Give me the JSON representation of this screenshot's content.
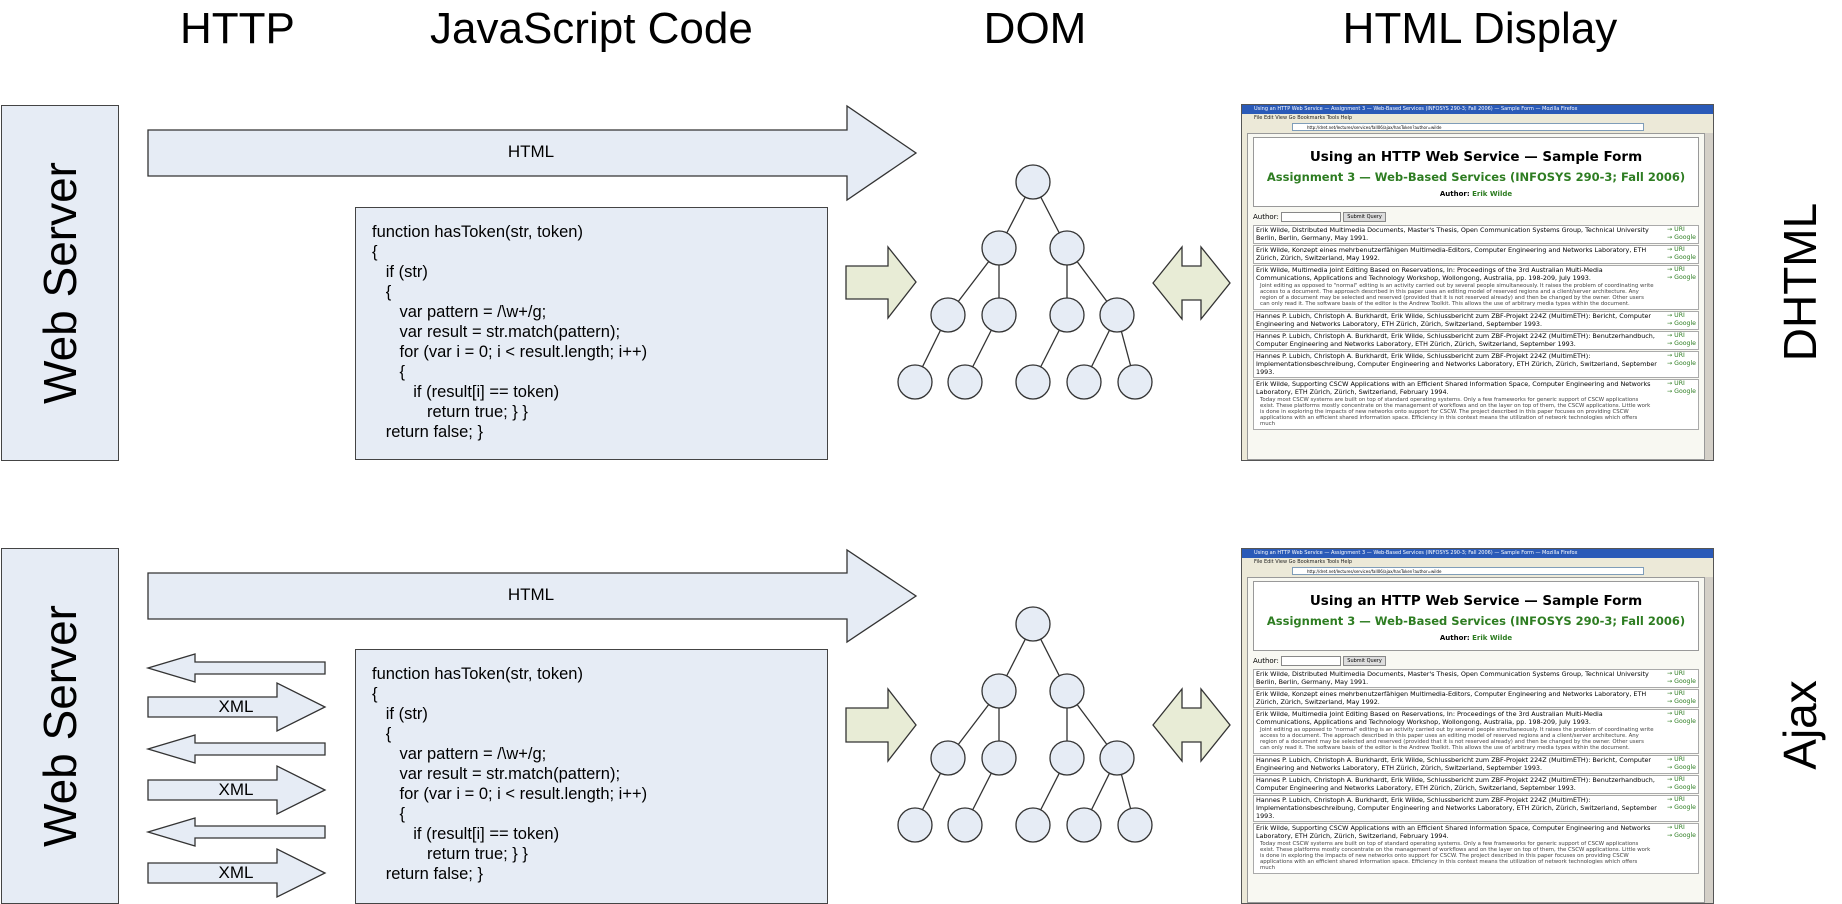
{
  "headers": {
    "http": "HTTP",
    "js": "JavaScript Code",
    "dom": "DOM",
    "display": "HTML Display"
  },
  "rows": [
    {
      "server_label": "Web Server",
      "side_label": "DHTML",
      "html_arrow_label": "HTML",
      "xml_arrows": []
    },
    {
      "server_label": "Web Server",
      "side_label": "Ajax",
      "html_arrow_label": "HTML",
      "xml_arrows": [
        "",
        "XML",
        "",
        "XML",
        "",
        "XML"
      ]
    }
  ],
  "code_lines": [
    "function hasToken(str, token)",
    "{",
    "   if (str)",
    "   {",
    "      var pattern = /\\w+/g;",
    "      var result = str.match(pattern);",
    "      for (var i = 0; i < result.length; i++)",
    "      {",
    "         if (result[i] == token)",
    "            return true; } }",
    "   return false; }"
  ],
  "browser": {
    "window_title": "Using an HTTP Web Service — Assignment 3 — Web-Based Services (INFOSYS 290-3; Fall 2006) — Sample Form — Mozilla Firefox",
    "menu": "File  Edit  View  Go  Bookmarks  Tools  Help",
    "url": "http://dret.net/lectures/services/fall06/ajax/hasToken?author=wilde",
    "page_title": "Using an HTTP Web Service — Sample Form",
    "subtitle": "Assignment 3 — Web-Based Services (INFOSYS 290-3; Fall 2006)",
    "author_label": "Author:",
    "author_name": "Erik Wilde",
    "form_label": "Author:",
    "submit_label": "Submit Query",
    "link_uri": "→ URI",
    "link_google": "→ Google",
    "entries": [
      {
        "text": "Erik Wilde, Distributed Multimedia Documents, Master's Thesis, Open Communication Systems Group, Technical University Berlin, Berlin, Germany, May 1991.",
        "abstract": ""
      },
      {
        "text": "Erik Wilde, Konzept eines mehrbenutzerfähigen Multimedia-Editors, Computer Engineering and Networks Laboratory, ETH Zürich, Zürich, Switzerland, May 1992.",
        "abstract": ""
      },
      {
        "text": "Erik Wilde, Multimedia Joint Editing Based on Reservations, In: Proceedings of the 3rd Australian Multi-Media Communications, Applications and Technology Workshop, Wollongong, Australia, pp. 198-209, July 1993.",
        "abstract": "Joint editing as opposed to \"normal\" editing is an activity carried out by several people simultaneously. It raises the problem of coordinating write access to a document. The approach described in this paper uses an editing model of reserved regions and a client/server architecture. Any region of a document may be selected and reserved (provided that it is not reserved already) and then be changed by the owner. Other users can only read it. The software basis of the editor is the Andrew Toolkit. This allows the use of arbitrary media types within the document."
      },
      {
        "text": "Hannes P. Lubich, Christoph A. Burkhardt, Erik Wilde, Schlussbericht zum ZBF-Projekt 224Z (MultimETH): Bericht, Computer Engineering and Networks Laboratory, ETH Zürich, Zürich, Switzerland, September 1993.",
        "abstract": ""
      },
      {
        "text": "Hannes P. Lubich, Christoph A. Burkhardt, Erik Wilde, Schlussbericht zum ZBF-Projekt 224Z (MultimETH): Benutzerhandbuch, Computer Engineering and Networks Laboratory, ETH Zürich, Zürich, Switzerland, September 1993.",
        "abstract": ""
      },
      {
        "text": "Hannes P. Lubich, Christoph A. Burkhardt, Erik Wilde, Schlussbericht zum ZBF-Projekt 224Z (MultimETH): Implementationsbeschreibung, Computer Engineering and Networks Laboratory, ETH Zürich, Zürich, Switzerland, September 1993.",
        "abstract": ""
      },
      {
        "text": "Erik Wilde, Supporting CSCW Applications with an Efficient Shared Information Space, Computer Engineering and Networks Laboratory, ETH Zürich, Zürich, Switzerland, February 1994.",
        "abstract": "Today most CSCW systems are built on top of standard operating systems. Only a few frameworks for generic support of CSCW applications exist. These platforms mostly concentrate on the management of workflows and on the layer on top of them, the CSCW applications. Little work is done in exploring the impacts of new networks onto support for CSCW. The project described in this paper focuses on providing CSCW applications with an efficient shared information space. Efficiency in this context means the utilization of network technologies which offers much"
      }
    ]
  }
}
